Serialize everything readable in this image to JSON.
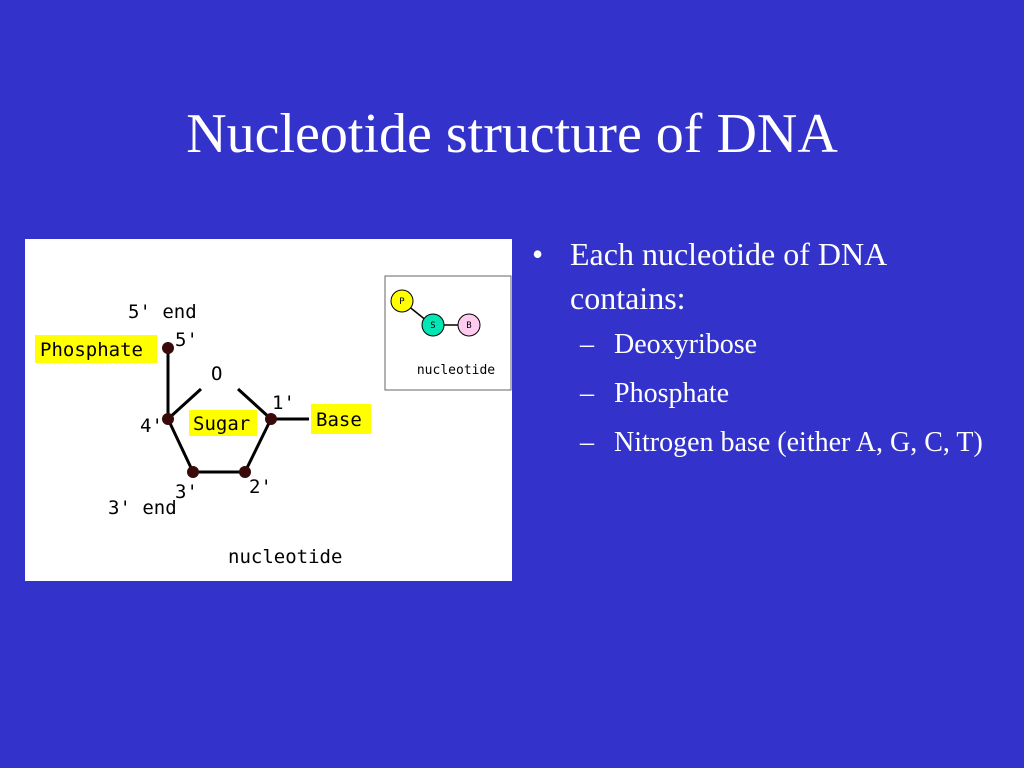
{
  "slide": {
    "title": "Nucleotide structure of DNA",
    "background_color": "#3333cc"
  },
  "figure": {
    "end_5_label": "5' end",
    "end_3_label": "3' end",
    "phosphate_label": "Phosphate",
    "sugar_label": "Sugar",
    "base_label": "Base",
    "oxygen_label": "O",
    "carbon_5_label": "5'",
    "carbon_4_label": "4'",
    "carbon_3_label": "3'",
    "carbon_2_label": "2'",
    "carbon_1_label": "1'",
    "caption": "nucleotide",
    "highlight_color": "#ffff00",
    "inset": {
      "phosphate_letter": "P",
      "sugar_letter": "S",
      "base_letter": "B",
      "caption": "nucleotide",
      "phosphate_color": "#ffff00",
      "sugar_color": "#00e6b4",
      "base_color": "#ffccf0"
    }
  },
  "bullets": [
    {
      "text": "Each nucleotide of DNA contains:",
      "subitems": [
        "Deoxyribose",
        "Phosphate",
        "Nitrogen base (either A, G, C, T)"
      ]
    }
  ]
}
